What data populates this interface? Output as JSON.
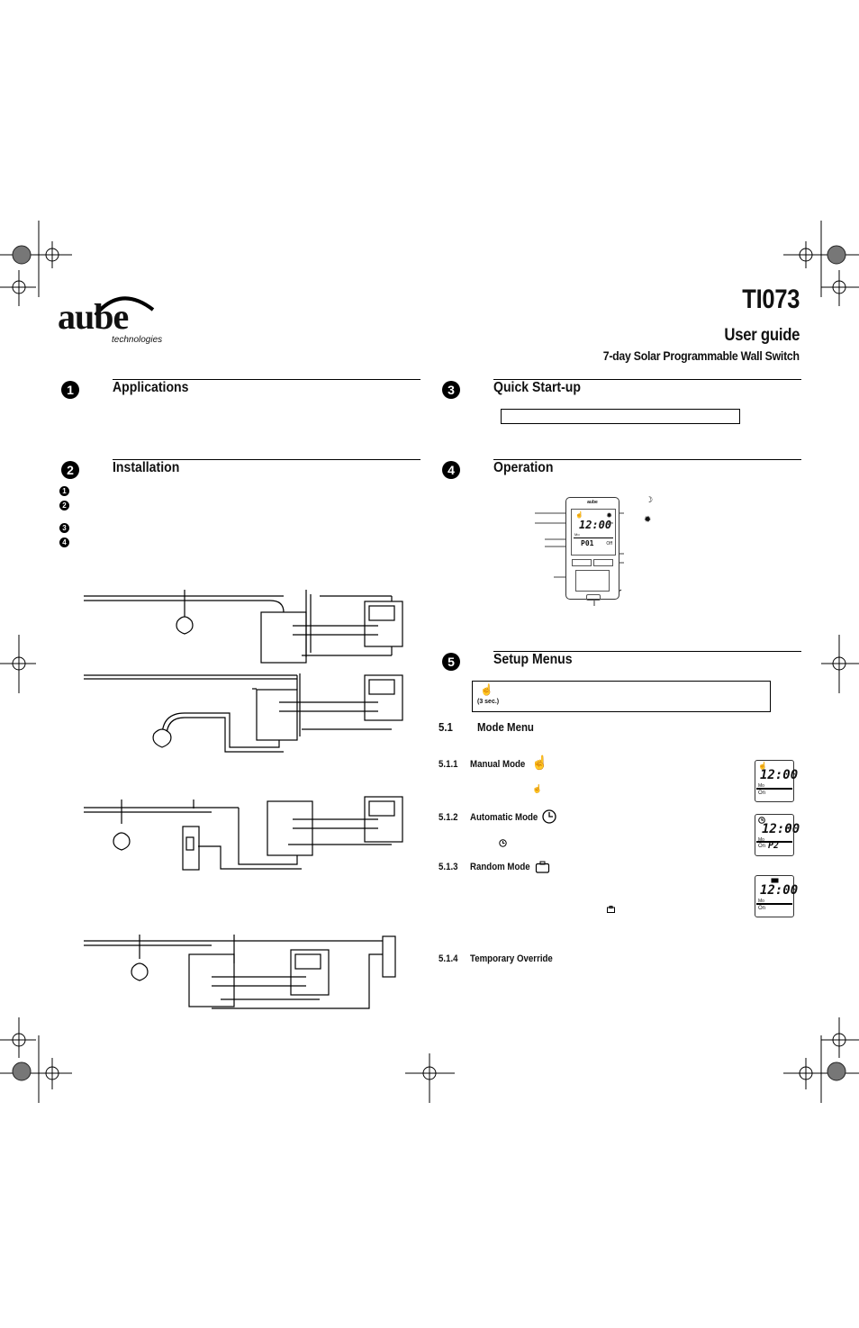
{
  "header": {
    "logo_text": "aube",
    "logo_sub": "technologies",
    "model": "TI073",
    "doc_type": "User guide",
    "product": "7-day Solar Programmable Wall Switch"
  },
  "sections": {
    "s1": {
      "num": "1",
      "title": "Applications"
    },
    "s2": {
      "num": "2",
      "title": "Installation",
      "steps": [
        "1",
        "2",
        "3",
        "4"
      ]
    },
    "s3": {
      "num": "3",
      "title": "Quick Start-up"
    },
    "s4": {
      "num": "4",
      "title": "Operation"
    },
    "s5": {
      "num": "5",
      "title": "Setup Menus",
      "button_hint": "(3 sec.)"
    }
  },
  "device": {
    "brand": "aube",
    "time": "12:00",
    "pm": "pm",
    "day": "Mo",
    "program": "P01",
    "state": "Off"
  },
  "mode_menu": {
    "num": "5.1",
    "title": "Mode Menu",
    "items": [
      {
        "num": "5.1.1",
        "title": "Manual Mode"
      },
      {
        "num": "5.1.2",
        "title": "Automatic Mode"
      },
      {
        "num": "5.1.3",
        "title": "Random Mode"
      },
      {
        "num": "5.1.4",
        "title": "Temporary Override"
      }
    ]
  },
  "lcd_manual": {
    "time": "12:00",
    "day": "Mo",
    "state": "On"
  },
  "lcd_auto": {
    "time": "12:00",
    "pm": "pm",
    "day": "Mo",
    "state": "On",
    "program": "P2"
  },
  "lcd_random": {
    "time": "12:00",
    "day": "Mo",
    "state": "On"
  }
}
